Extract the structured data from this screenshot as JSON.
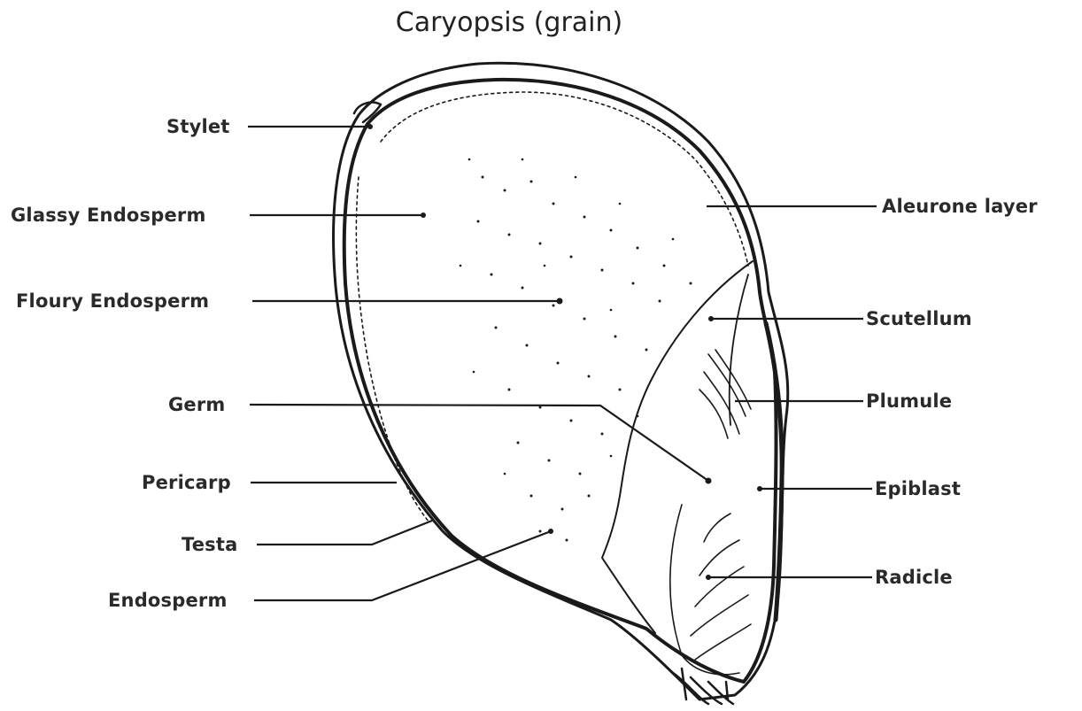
{
  "title": "Caryopsis (grain)",
  "labels": {
    "stylet": "Stylet",
    "glassy_endosperm": "Glassy Endosperm",
    "floury_endosperm": "Floury Endosperm",
    "germ": "Germ",
    "pericarp": "Pericarp",
    "testa": "Testa",
    "endosperm": "Endosperm",
    "aleurone_layer": "Aleurone layer",
    "scutellum": "Scutellum",
    "plumule": "Plumule",
    "epiblast": "Epiblast",
    "radicle": "Radicle"
  },
  "colors": {
    "ink": "#1a1a1a",
    "label": "#2a2a2a",
    "background": "#ffffff"
  }
}
